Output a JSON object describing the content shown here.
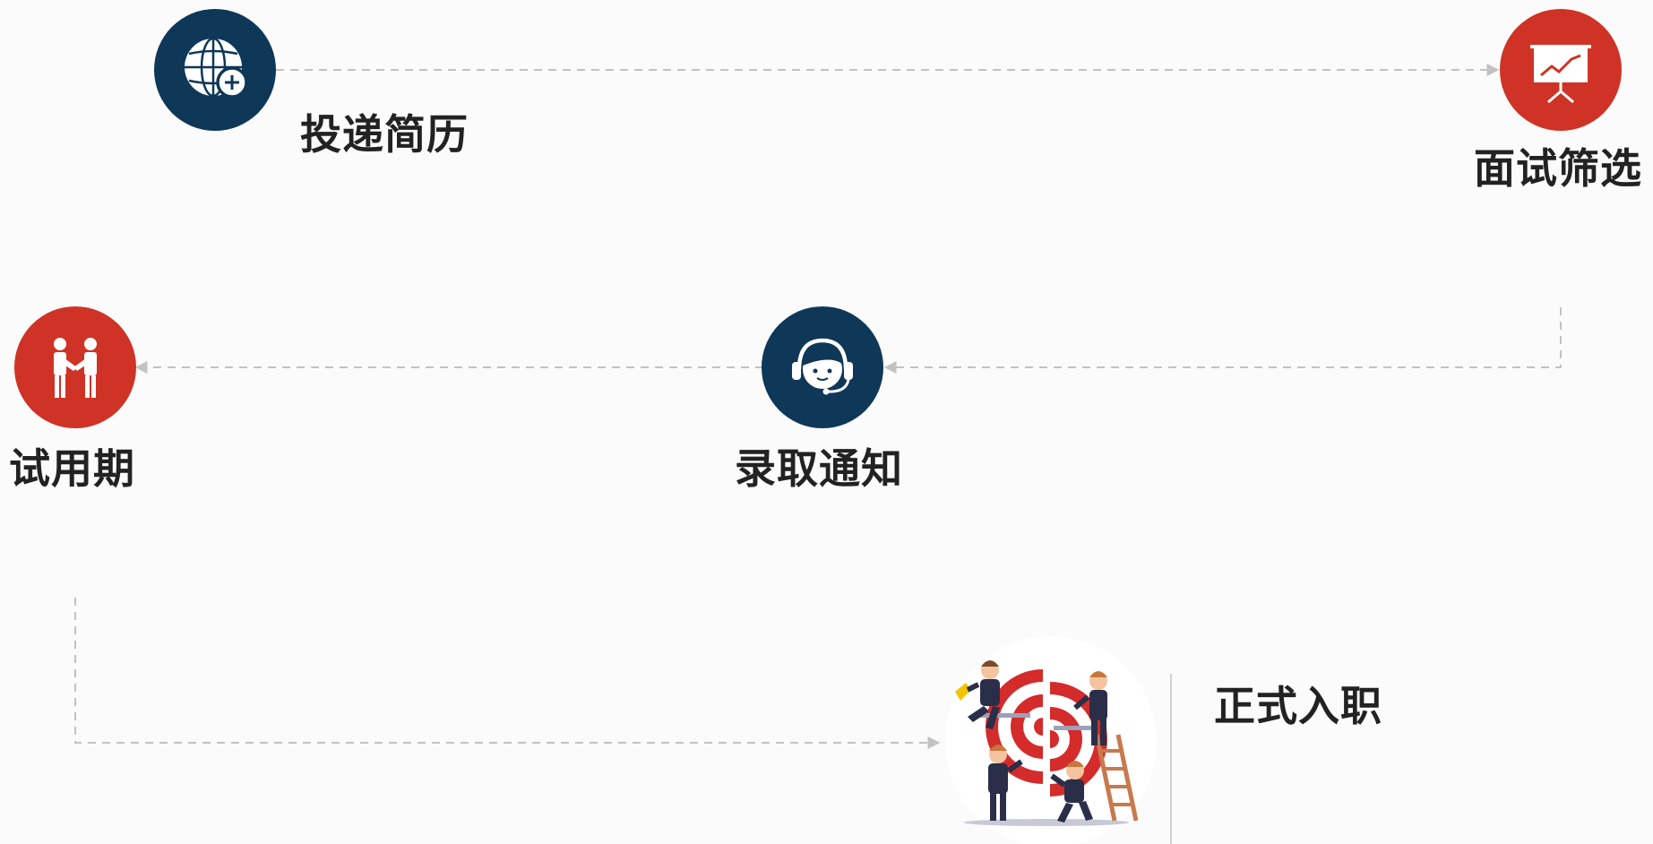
{
  "colors": {
    "navy": "#0f3757",
    "red": "#cf3326",
    "connector": "#c2c2c2",
    "label": "#222222",
    "background": "#fbfbfb"
  },
  "steps": [
    {
      "label": "投递简历",
      "icon": "globe-plus-icon",
      "color": "navy"
    },
    {
      "label": "面试筛选",
      "icon": "presentation-board-icon",
      "color": "red"
    },
    {
      "label": "录取通知",
      "icon": "headset-agent-icon",
      "color": "navy"
    },
    {
      "label": "试用期",
      "icon": "handshake-icon",
      "color": "red"
    },
    {
      "label": "正式入职",
      "icon": "team-target-illustration",
      "color": "red"
    }
  ]
}
